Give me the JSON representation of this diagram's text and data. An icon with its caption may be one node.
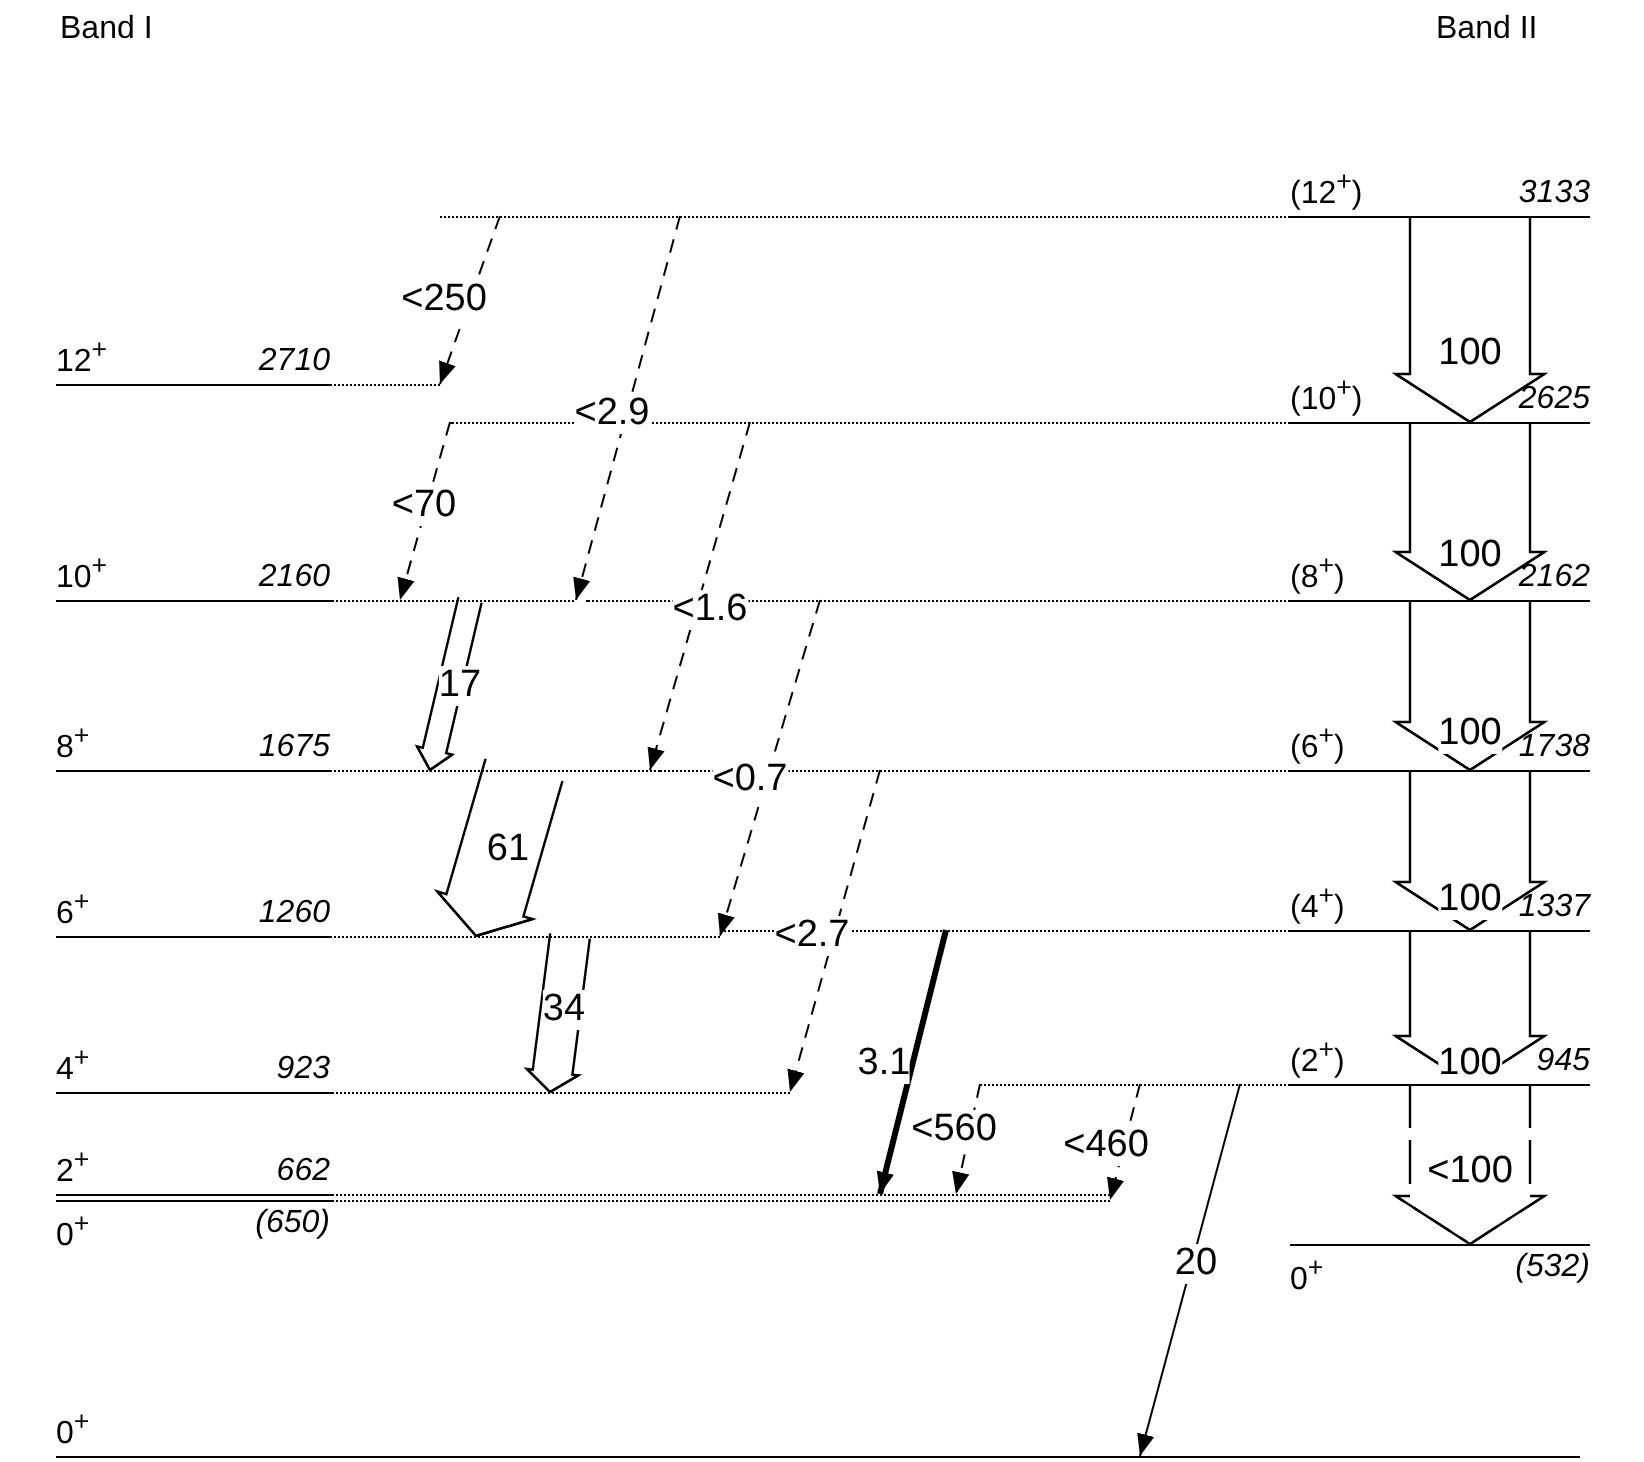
{
  "diagram": {
    "nodes": [
      {
        "text": [
          "(12$^{+}$)",
          "3133"
        ]
      },
      {
        "text": [
          "12$^{+}$",
          "2710"
        ]
      },
      {
        "text": [
          "(10$^{+}$)",
          "2625"
        ]
      },
      {
        "text": [
          "10$^{+}$",
          "2160"
        ]
      },
      {
        "text": [
          "(8$^{+}$)",
          "2162"
        ]
      },
      {
        "text": [
          "8$^{+}$",
          "1675"
        ]
      },
      {
        "text": [
          "(6$^{+}$)",
          "1738"
        ]
      },
      {
        "text": [
          "6$^{+}$",
          "1260"
        ]
      },
      {
        "text": [
          "(4$^{+}$)",
          "1337"
        ]
      },
      {
        "text": [
          "4$^{+}$",
          "923"
        ]
      },
      {
        "text": [
          "(2$^{+}$)",
          "945"
        ]
      },
      {
        "text": [
          "2$^{+}$",
          "662"
        ]
      },
      {
        "text": [
          "0$^{+}$",
          "(650)"
        ]
      },
      {
        "text": [
          "0$^{+}$",
          "(532)"
        ]
      },
      {
        "text": [
          "0$^{+}$"
        ]
      }
    ],
    "edges": [
      {
        "from": 0,
        "to": 2,
        "arrow": "to",
        "label": "100"
      },
      {
        "from": 2,
        "to": 4,
        "arrow": "to",
        "label": "100"
      },
      {
        "from": 4,
        "to": 6,
        "arrow": "to",
        "label": "100"
      },
      {
        "from": 6,
        "to": 8,
        "arrow": "to",
        "label": "100"
      },
      {
        "from": 8,
        "to": 10,
        "arrow": "to",
        "label": "100"
      },
      {
        "from": 10,
        "to": 13,
        "arrow": "to",
        "label": "<100",
        "style": "dashed"
      },
      {
        "from": 3,
        "to": 5,
        "arrow": "to",
        "label": "17"
      },
      {
        "from": 5,
        "to": 7,
        "arrow": "to",
        "label": "61"
      },
      {
        "from": 7,
        "to": 9,
        "arrow": "to",
        "label": "34"
      },
      {
        "from": 0,
        "to": 1,
        "arrow": "to",
        "label": "<250",
        "style": "dashed"
      },
      {
        "from": 0,
        "to": 3,
        "arrow": "to",
        "label": "<2.9",
        "style": "dashed"
      },
      {
        "from": 2,
        "to": 3,
        "arrow": "to",
        "label": "<70",
        "style": "dashed"
      },
      {
        "from": 2,
        "to": 5,
        "arrow": "to",
        "label": "<1.6",
        "style": "dashed"
      },
      {
        "from": 4,
        "to": 7,
        "arrow": "to",
        "label": "<0.7",
        "style": "dashed"
      },
      {
        "from": 6,
        "to": 9,
        "arrow": "to",
        "label": "<2.7",
        "style": "dashed"
      },
      {
        "from": 8,
        "to": 11,
        "arrow": "to",
        "label": "3.1",
        "style": "thick"
      },
      {
        "from": 10,
        "to": 11,
        "arrow": "to",
        "label": "<560",
        "style": "dashed"
      },
      {
        "from": 10,
        "to": 12,
        "arrow": "to",
        "label": "<460",
        "style": "dashed"
      },
      {
        "from": 10,
        "to": 14,
        "arrow": "to",
        "label": "20"
      }
    ],
    "labels": [
      "Band I",
      "Band II"
    ]
  }
}
